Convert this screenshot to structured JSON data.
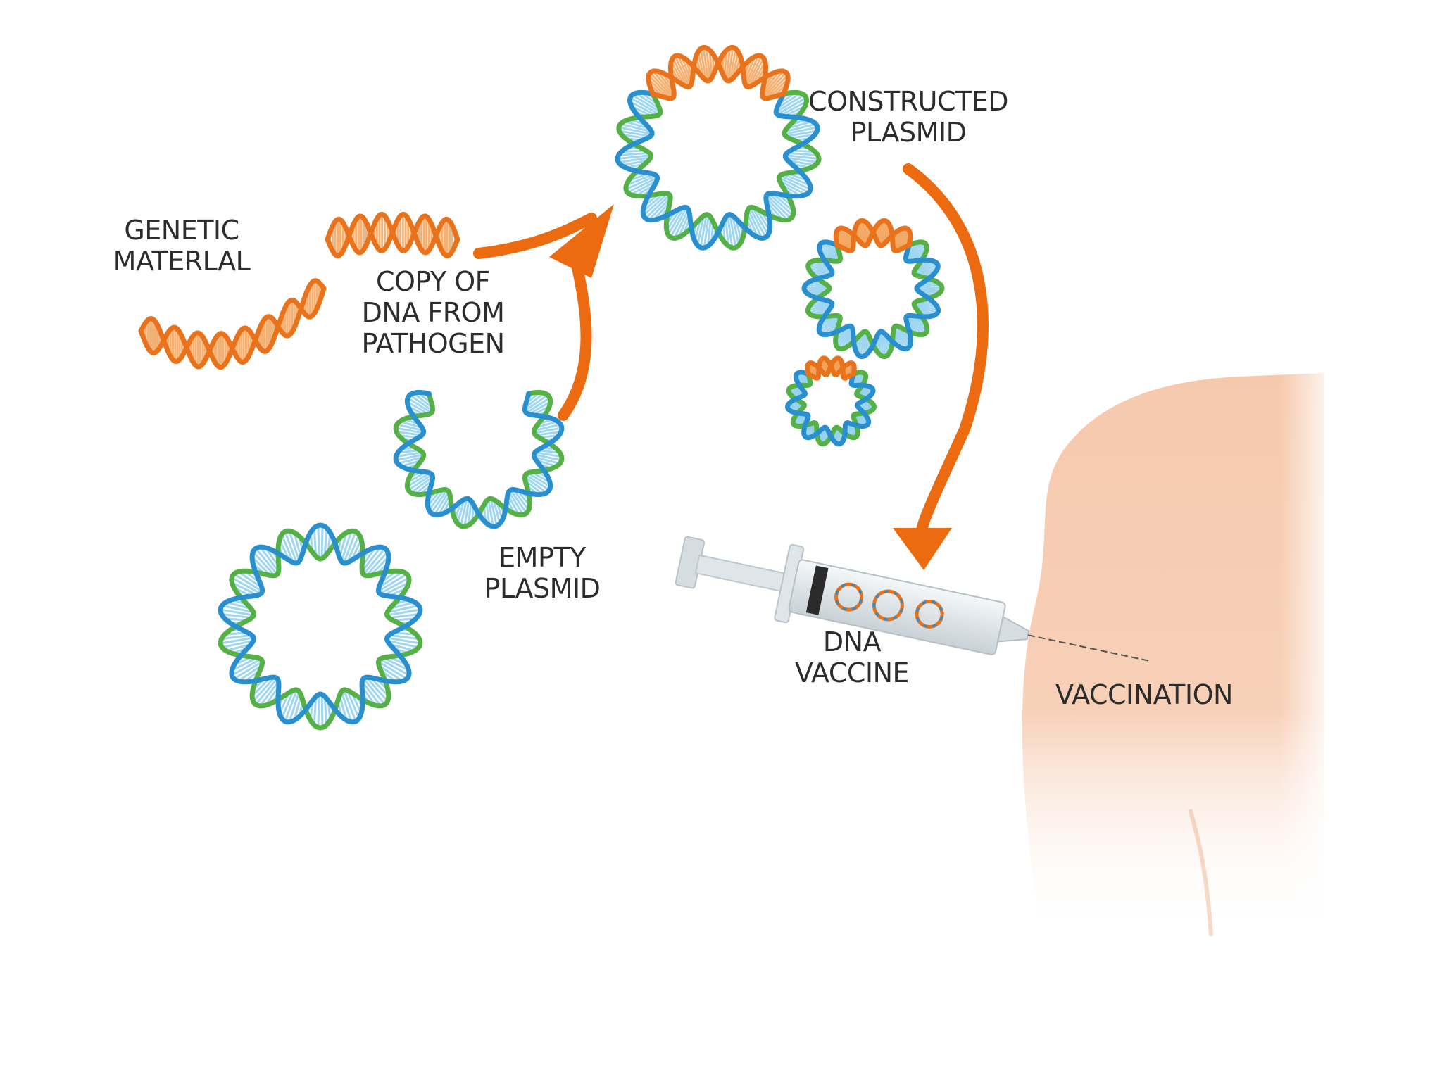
{
  "labels": {
    "genetic_material": [
      "GENETIC",
      "MATERLAL"
    ],
    "copy_of_dna": [
      "COPY OF",
      "DNA FROM",
      "PATHOGEN"
    ],
    "empty_plasmid": [
      "EMPTY",
      "PLASMID"
    ],
    "constructed_plasmid": [
      "CONSTRUCTED",
      "PLASMID"
    ],
    "dna_vaccine": [
      "DNA",
      "VACCINE"
    ],
    "vaccination": [
      "VACCINATION"
    ]
  },
  "colors": {
    "dna_orange": "#e8731c",
    "dna_orange_light": "#f3a45a",
    "dna_blue": "#2a8fcf",
    "dna_blue_light": "#8fd0ee",
    "dna_green": "#55b046",
    "arrow_orange": "#ec6a10",
    "skin": "#f6cdb3",
    "syringe_body": "#e6ecef",
    "syringe_plunger": "#cfd6da",
    "label_text": "#2c2c2c"
  },
  "icons": [
    "dna-strand-icon",
    "plasmid-ring-icon",
    "syringe-icon",
    "arrow-icon",
    "arm-silhouette-icon"
  ]
}
